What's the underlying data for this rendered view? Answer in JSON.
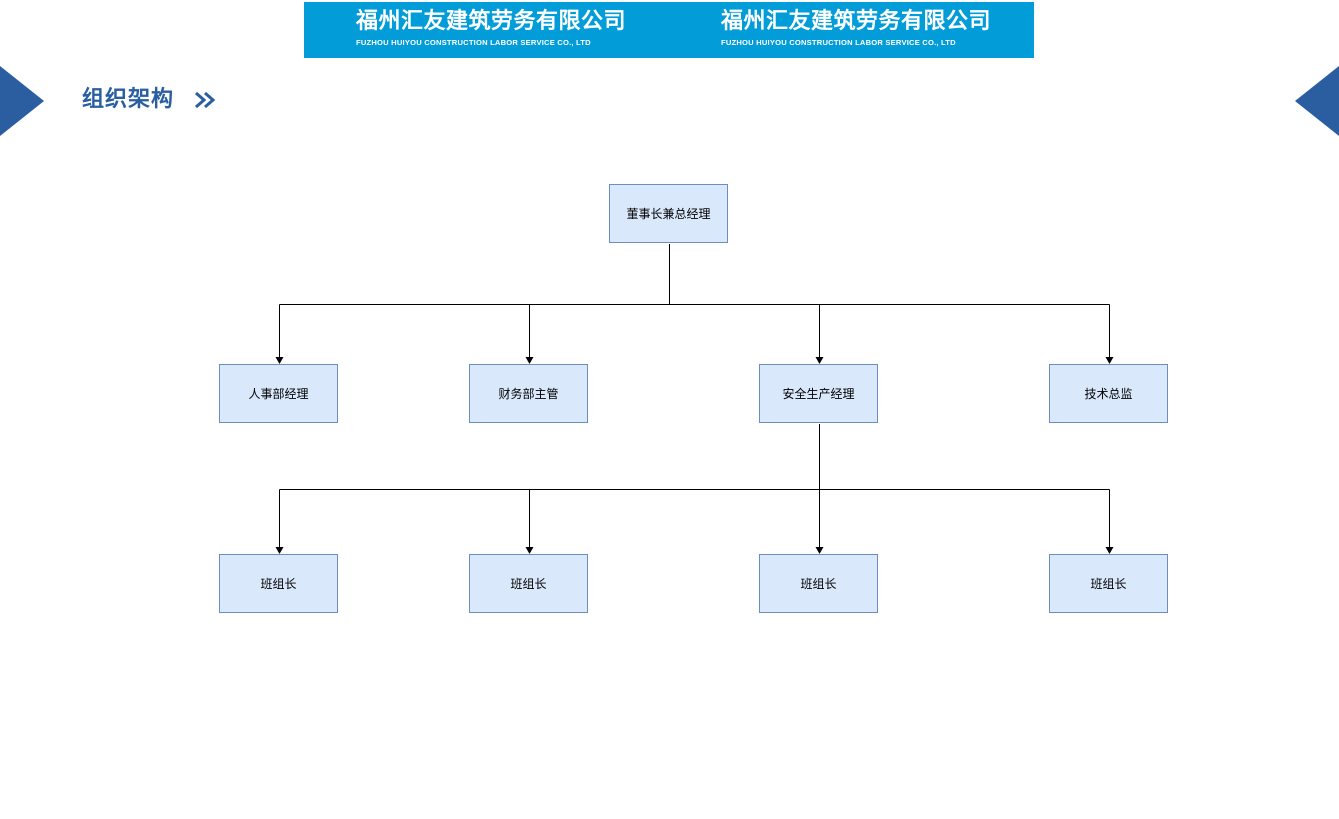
{
  "banner": {
    "brand_cn_1": "福州汇友建筑劳务有限公司",
    "brand_en_1": "FUZHOU HUIYOU CONSTRUCTION LABOR SERVICE CO., LTD",
    "brand_cn_2": "福州汇友建筑劳务有限公司",
    "brand_en_2": "FUZHOU HUIYOU CONSTRUCTION LABOR SERVICE CO., LTD",
    "color": "#029dd8"
  },
  "section": {
    "title": "组织架构",
    "accent_color": "#2a5ea0"
  },
  "org_chart": {
    "root": "董事长兼总经理",
    "departments": [
      "人事部经理",
      "财务部主管",
      "安全生产经理",
      "技术总监"
    ],
    "team_leads": [
      "班组长",
      "班组长",
      "班组长",
      "班组长"
    ],
    "team_leads_parent": "安全生产经理",
    "node_fill": "#dae8fc",
    "node_border": "#6c8ebf"
  },
  "icons": [
    "left-triangle-icon",
    "right-triangle-icon",
    "double-chevron-icon"
  ]
}
